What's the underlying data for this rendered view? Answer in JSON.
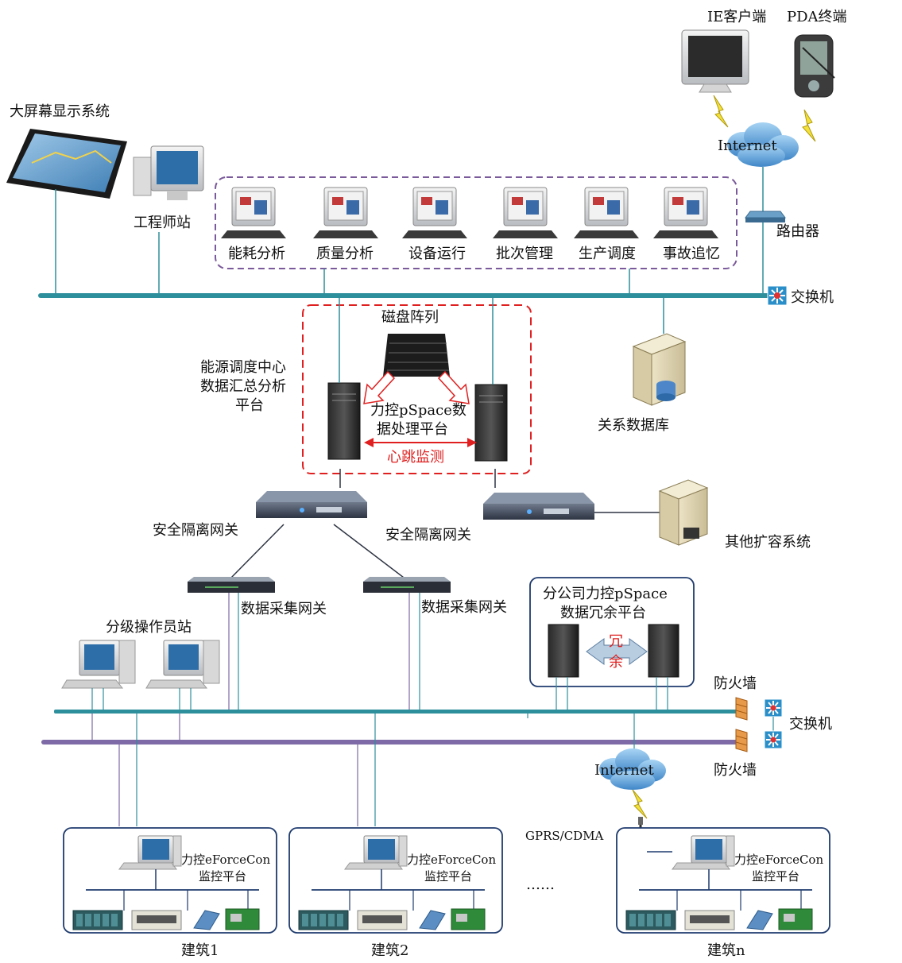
{
  "top": {
    "ie_client": "IE客户端",
    "pda_terminal": "PDA终端",
    "internet": "Internet",
    "router": "路由器",
    "switch": "交换机",
    "big_screen": "大屏幕显示系统",
    "engineer_station": "工程师站"
  },
  "apps": [
    "能耗分析",
    "质量分析",
    "设备运行",
    "批次管理",
    "生产调度",
    "事故追忆"
  ],
  "center": {
    "platform_title": [
      "能源调度中心",
      "数据汇总分析",
      "平台"
    ],
    "disk_array": "磁盘阵列",
    "pspace_platform": [
      "力控pSpace数",
      "据处理平台"
    ],
    "heartbeat": "心跳监测",
    "relational_db": "关系数据库",
    "gateway_left": "安全隔离网关",
    "gateway_right": "安全隔离网关",
    "other_systems": "其他扩容系统"
  },
  "collect": {
    "gateway_1": "数据采集网关",
    "gateway_2": "数据采集网关",
    "operator_stations": "分级操作员站",
    "branch_platform": [
      "分公司力控pSpace",
      "数据冗余平台"
    ],
    "redundant": [
      "冗",
      "余"
    ]
  },
  "bottom": {
    "firewall_top": "防火墙",
    "firewall_bottom": "防火墙",
    "switch": "交换机",
    "internet": "Internet",
    "gprs": "GPRS/CDMA",
    "ellipsis": "……",
    "monitor_platform": [
      "力控eForceCon",
      "监控平台"
    ],
    "buildings": [
      "建筑1",
      "建筑2",
      "建筑n"
    ]
  },
  "colors": {
    "bus_teal": "#2e8f9c",
    "bus_purple": "#7d6aa6",
    "dashed_purple": "#7a5a9a",
    "dashed_red": "#e02020",
    "box_navy": "#1f3b6e"
  }
}
